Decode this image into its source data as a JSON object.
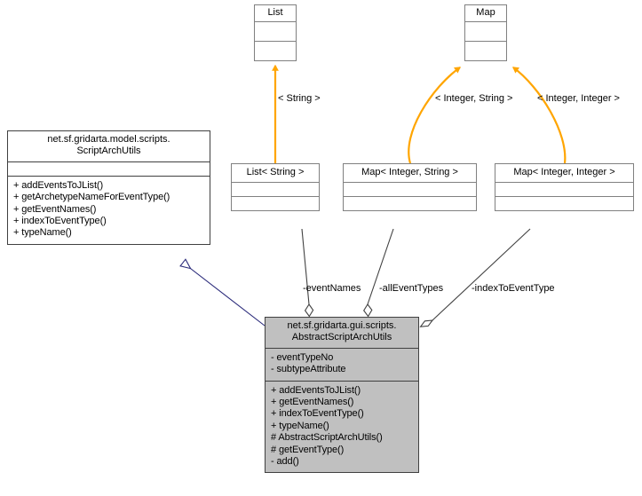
{
  "diagram": {
    "kind": "uml-class-diagram",
    "background": "#ffffff",
    "colors": {
      "node_fill": "#ffffff",
      "focus_node_fill": "#c0c0c0",
      "node_border": "#808080",
      "strong_border": "#404040",
      "binding_edge": "#ffa500",
      "association_edge": "#404040",
      "inheritance_edge": "#2a2a7a",
      "text": "#000000"
    }
  },
  "nodes": {
    "list": {
      "title": "List",
      "compartments": [
        "",
        ""
      ]
    },
    "map": {
      "title": "Map",
      "compartments": [
        "",
        ""
      ]
    },
    "script_arch_utils": {
      "title": "net.sf.gridarta.model.scripts.\nScriptArchUtils",
      "attributes": [],
      "operations": [
        "+ addEventsToJList()",
        "+ getArchetypeNameForEventType()",
        "+ getEventNames()",
        "+ indexToEventType()",
        "+ typeName()"
      ]
    },
    "list_string": {
      "title": "List< String >",
      "attributes": [],
      "operations": []
    },
    "map_integer_string": {
      "title": "Map< Integer, String >",
      "attributes": [],
      "operations": []
    },
    "map_integer_integer": {
      "title": "Map< Integer, Integer >",
      "attributes": [],
      "operations": []
    },
    "abstract_script_arch_utils": {
      "title": "net.sf.gridarta.gui.scripts.\nAbstractScriptArchUtils",
      "attributes": [
        "- eventTypeNo",
        "- subtypeAttribute"
      ],
      "operations": [
        "+ addEventsToJList()",
        "+ getEventNames()",
        "+ indexToEventType()",
        "+ typeName()",
        "# AbstractScriptArchUtils()",
        "# getEventType()",
        "- add()"
      ]
    }
  },
  "edges": {
    "binding_list_string": {
      "label": "< String >",
      "type": "binding",
      "from": "list_string",
      "to": "list"
    },
    "binding_map_integer_string": {
      "label": "< Integer, String >",
      "type": "binding",
      "from": "map_integer_string",
      "to": "map"
    },
    "binding_map_integer_integer": {
      "label": "< Integer, Integer >",
      "type": "binding",
      "from": "map_integer_integer",
      "to": "map"
    },
    "assoc_event_names": {
      "label": "-eventNames",
      "type": "aggregation",
      "from": "abstract_script_arch_utils",
      "to": "list_string"
    },
    "assoc_all_event_types": {
      "label": "-allEventTypes",
      "type": "aggregation",
      "from": "abstract_script_arch_utils",
      "to": "map_integer_string"
    },
    "assoc_index_to_event_type": {
      "label": "-indexToEventType",
      "type": "aggregation",
      "from": "abstract_script_arch_utils",
      "to": "map_integer_integer"
    },
    "inheritance": {
      "label": "",
      "type": "generalization",
      "from": "abstract_script_arch_utils",
      "to": "script_arch_utils"
    }
  }
}
